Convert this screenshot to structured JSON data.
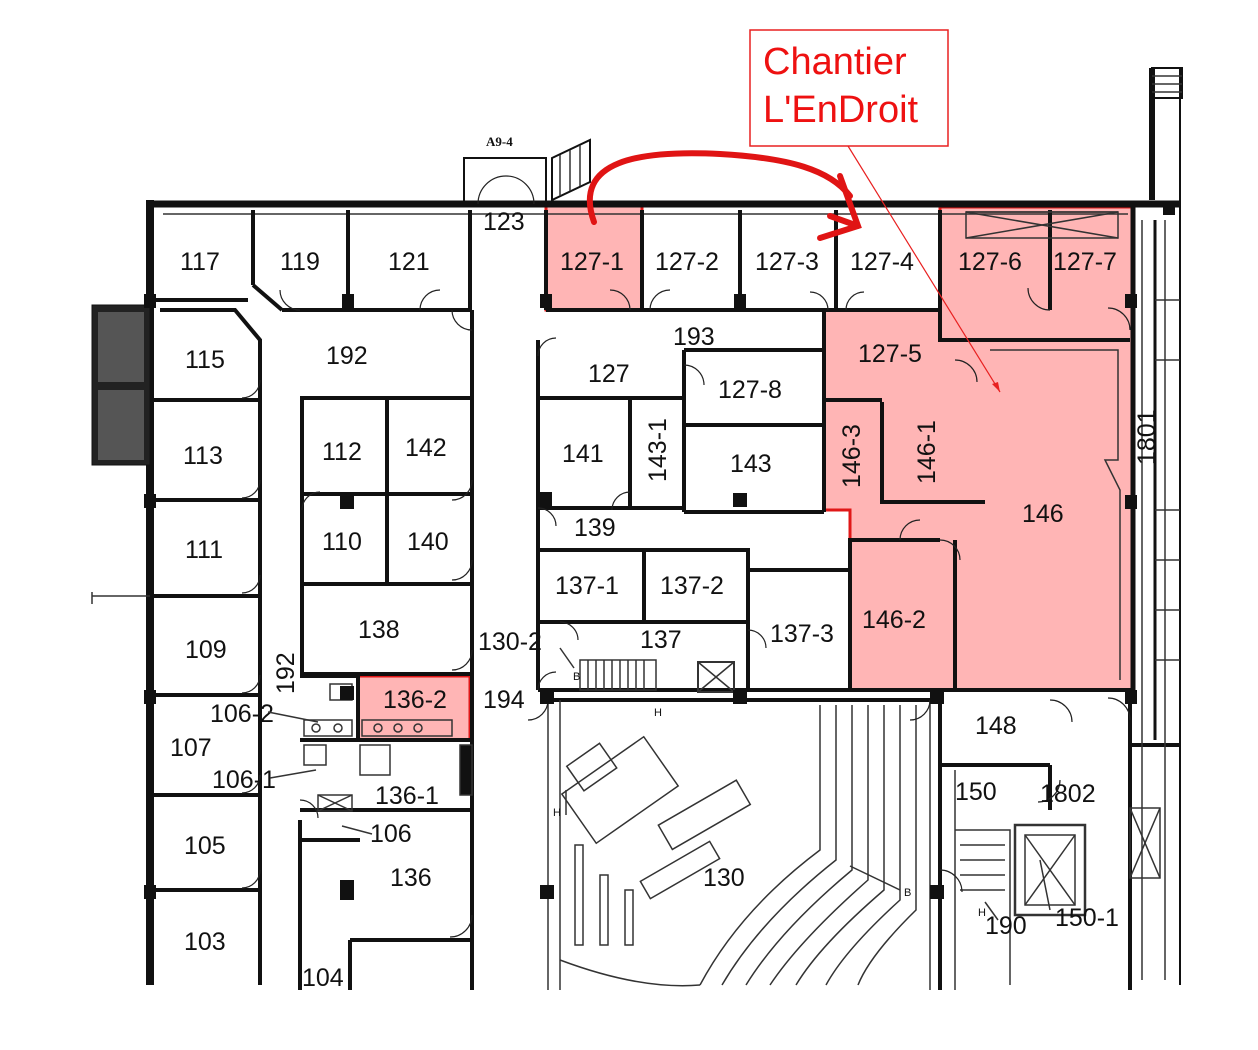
{
  "callout": {
    "line1": "Chantier",
    "line2": "L'EnDroit",
    "color": "#ee1111"
  },
  "highlight_color": "#f7a8a8",
  "labels": {
    "a9_4": "A9-4",
    "r117": "117",
    "r119": "119",
    "r121": "121",
    "r123": "123",
    "r127_1": "127-1",
    "r127_2": "127-2",
    "r127_3": "127-3",
    "r127_4": "127-4",
    "r127_6": "127-6",
    "r127_7": "127-7",
    "r115": "115",
    "r192a": "192",
    "r193": "193",
    "r127": "127",
    "r127_5": "127-5",
    "r127_8": "127-8",
    "r113": "113",
    "r112": "112",
    "r142": "142",
    "r141": "141",
    "r143_1": "143-1",
    "r143": "143",
    "r146_3": "146-3",
    "r146_1": "146-1",
    "r146": "146",
    "r1801": "1801",
    "r111": "111",
    "r110": "110",
    "r140": "140",
    "r139": "139",
    "r137_1": "137-1",
    "r137_2": "137-2",
    "r137": "137",
    "r137_3": "137-3",
    "r146_2": "146-2",
    "r109": "109",
    "r138": "138",
    "r130_2": "130-2",
    "r192b": "192",
    "r136_2": "136-2",
    "r194": "194",
    "r148": "148",
    "r106_2": "106-2",
    "r107": "107",
    "r106_1": "106-1",
    "r136_1": "136-1",
    "r150": "150",
    "r1802": "1802",
    "r105": "105",
    "r106": "106",
    "r136": "136",
    "r130": "130",
    "r190": "190",
    "r150_1": "150-1",
    "r103": "103",
    "r104": "104",
    "b1": "B",
    "b2": "B",
    "h1": "H",
    "h2": "H",
    "h3": "H"
  }
}
